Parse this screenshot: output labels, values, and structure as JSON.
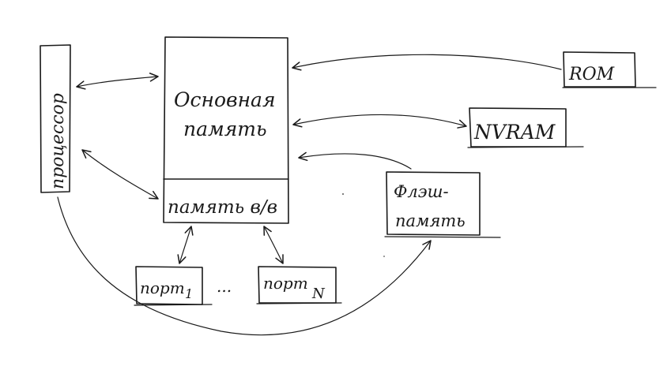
{
  "nodes": {
    "processor": "процессор",
    "main_memory_line1": "Основная",
    "main_memory_line2": "память",
    "io_memory": "память в/в",
    "rom": "ROM",
    "nvram": "NVRAM",
    "flash_line1": "Флэш-",
    "flash_line2": "память",
    "port1": "порт",
    "port1_index": "1",
    "ellipsis": "...",
    "portN": "порт",
    "portN_index": "N"
  }
}
